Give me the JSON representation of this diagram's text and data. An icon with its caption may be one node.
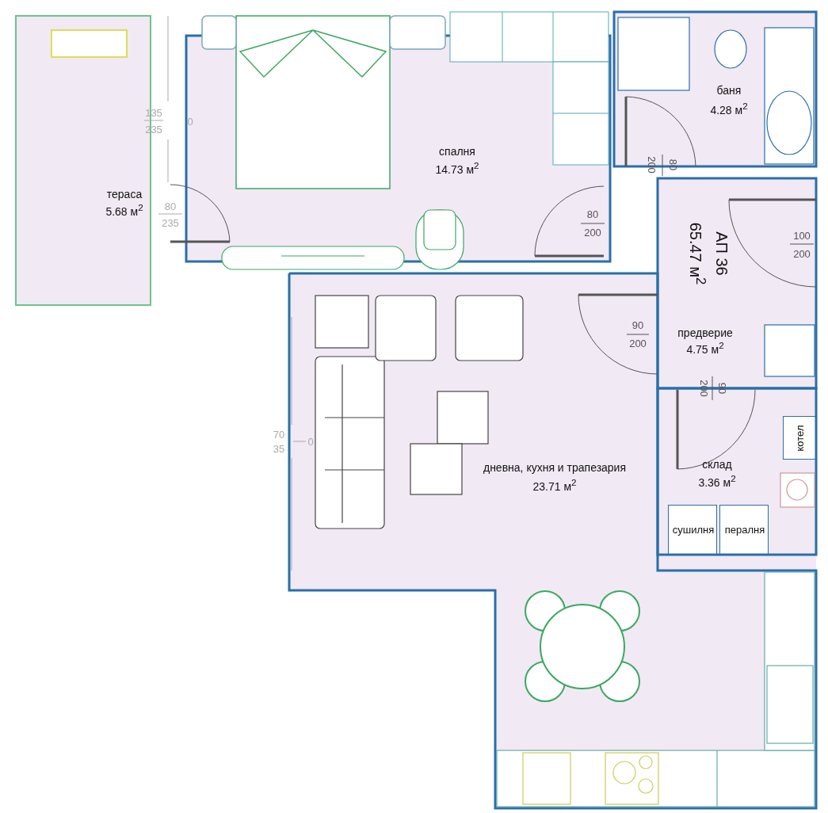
{
  "diagram": {
    "nodes": [
      {
        "text": [
          "тераса",
          "5.68 м$^{2}$"
        ]
      },
      {
        "text": [
          "спалня",
          "14.73 м$^{2}$"
        ]
      },
      {
        "text": [
          "баня",
          "4.28 м$^{2}$"
        ]
      },
      {
        "text": [
          "предверие",
          "4.75 м$^{2}$"
        ]
      },
      {
        "text": [
          "склад",
          "3.36 м$^{2}$"
        ]
      },
      {
        "text": [
          "дневна, кухня и трапезария",
          "23.71 м$^{2}$"
        ]
      },
      {
        "text": [
          "котел"
        ],
        "in": 4
      },
      {
        "text": [
          "сушилня"
        ],
        "in": 4
      },
      {
        "text": [
          "пералня"
        ],
        "in": 4
      }
    ],
    "edges": [],
    "labels": [
      "135",
      "235",
      "0",
      "80",
      "235",
      "80",
      "200",
      "80",
      "200",
      "АП 36",
      "65.47 м$^{2}$",
      "100",
      "200",
      "90",
      "200",
      "90",
      "200",
      "70",
      "35",
      "0"
    ]
  }
}
